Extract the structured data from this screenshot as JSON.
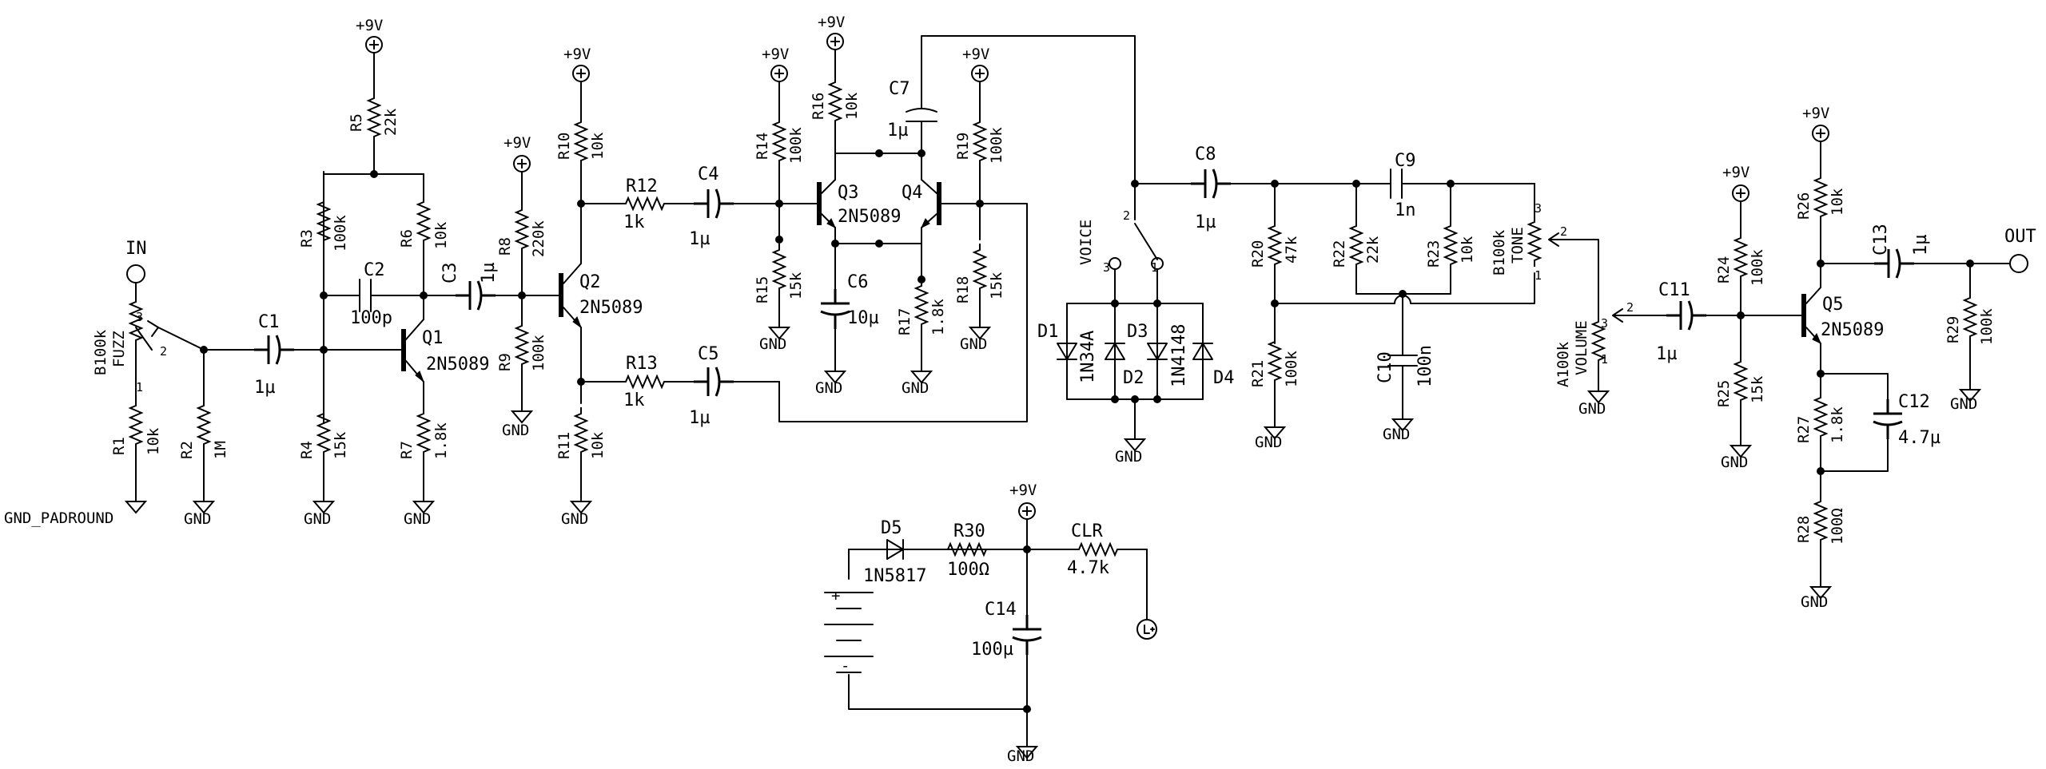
{
  "labels": {
    "in": "IN",
    "out": "OUT",
    "gnd": "GND",
    "gnd_padround": "GND_PADROUND",
    "v9": "+9V",
    "voice": "VOICE",
    "plus": "+",
    "minus": "-",
    "pin1": "1",
    "pin2": "2",
    "pin3": "3"
  },
  "components": {
    "R1": {
      "ref": "R1",
      "value": "10k"
    },
    "R2": {
      "ref": "R2",
      "value": "1M"
    },
    "R3": {
      "ref": "R3",
      "value": "100k"
    },
    "R4": {
      "ref": "R4",
      "value": "15k"
    },
    "R5": {
      "ref": "R5",
      "value": "22k"
    },
    "R6": {
      "ref": "R6",
      "value": "10k"
    },
    "R7": {
      "ref": "R7",
      "value": "1.8k"
    },
    "R8": {
      "ref": "R8",
      "value": "220k"
    },
    "R9": {
      "ref": "R9",
      "value": "100k"
    },
    "R10": {
      "ref": "R10",
      "value": "10k"
    },
    "R11": {
      "ref": "R11",
      "value": "10k"
    },
    "R12": {
      "ref": "R12",
      "value": "1k"
    },
    "R13": {
      "ref": "R13",
      "value": "1k"
    },
    "R14": {
      "ref": "R14",
      "value": "100k"
    },
    "R15": {
      "ref": "R15",
      "value": "15k"
    },
    "R16": {
      "ref": "R16",
      "value": "10k"
    },
    "R17": {
      "ref": "R17",
      "value": "1.8k"
    },
    "R18": {
      "ref": "R18",
      "value": "15k"
    },
    "R19": {
      "ref": "R19",
      "value": "100k"
    },
    "R20": {
      "ref": "R20",
      "value": "47k"
    },
    "R21": {
      "ref": "R21",
      "value": "100k"
    },
    "R22": {
      "ref": "R22",
      "value": "22k"
    },
    "R23": {
      "ref": "R23",
      "value": "10k"
    },
    "R24": {
      "ref": "R24",
      "value": "100k"
    },
    "R25": {
      "ref": "R25",
      "value": "15k"
    },
    "R26": {
      "ref": "R26",
      "value": "10k"
    },
    "R27": {
      "ref": "R27",
      "value": "1.8k"
    },
    "R28": {
      "ref": "R28",
      "value": "100Ω"
    },
    "R29": {
      "ref": "R29",
      "value": "100k"
    },
    "R30": {
      "ref": "R30",
      "value": "100Ω"
    },
    "CLR": {
      "ref": "CLR",
      "value": "4.7k"
    },
    "C1": {
      "ref": "C1",
      "value": "1µ"
    },
    "C2": {
      "ref": "C2",
      "value": "100p"
    },
    "C3": {
      "ref": "C3",
      "value": "1µ"
    },
    "C4": {
      "ref": "C4",
      "value": "1µ"
    },
    "C5": {
      "ref": "C5",
      "value": "1µ"
    },
    "C6": {
      "ref": "C6",
      "value": "10µ"
    },
    "C7": {
      "ref": "C7",
      "value": "1µ"
    },
    "C8": {
      "ref": "C8",
      "value": "1µ"
    },
    "C9": {
      "ref": "C9",
      "value": "1n"
    },
    "C10": {
      "ref": "C10",
      "value": "100n"
    },
    "C11": {
      "ref": "C11",
      "value": "1µ"
    },
    "C12": {
      "ref": "C12",
      "value": "4.7µ"
    },
    "C13": {
      "ref": "C13",
      "value": "1µ"
    },
    "C14": {
      "ref": "C14",
      "value": "100µ"
    },
    "Q1": {
      "ref": "Q1",
      "value": "2N5089"
    },
    "Q2": {
      "ref": "Q2",
      "value": "2N5089"
    },
    "Q3": {
      "ref": "Q3",
      "value": "2N5089"
    },
    "Q4": {
      "ref": "Q4",
      "value": ""
    },
    "Q5": {
      "ref": "Q5",
      "value": "2N5089"
    },
    "D1": {
      "ref": "D1",
      "value": "1N34A"
    },
    "D2": {
      "ref": "D2",
      "value": ""
    },
    "D3": {
      "ref": "D3",
      "value": "1N4148"
    },
    "D4": {
      "ref": "D4",
      "value": ""
    },
    "D5": {
      "ref": "D5",
      "value": "1N5817"
    },
    "FUZZ": {
      "ref": "FUZZ",
      "value": "B100k"
    },
    "TONE": {
      "ref": "TONE",
      "value": "B100k"
    },
    "VOLUME": {
      "ref": "VOLUME",
      "value": "A100k"
    }
  }
}
